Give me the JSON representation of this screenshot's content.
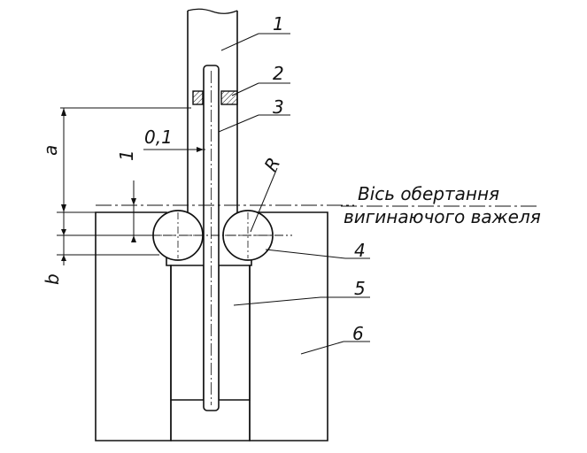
{
  "labels": {
    "part_1": "1",
    "part_2": "2",
    "part_3": "3",
    "part_4": "4",
    "part_5": "5",
    "part_6": "6",
    "clearance": "0,1",
    "dim_a": "a",
    "dim_b": "b",
    "dim_1": "1",
    "radius": "R"
  },
  "axis_note": {
    "line1": "Вісь обертання",
    "line2": "вигинаючого важеля"
  },
  "colors": {
    "ink": "#111111",
    "paper": "#ffffff"
  }
}
